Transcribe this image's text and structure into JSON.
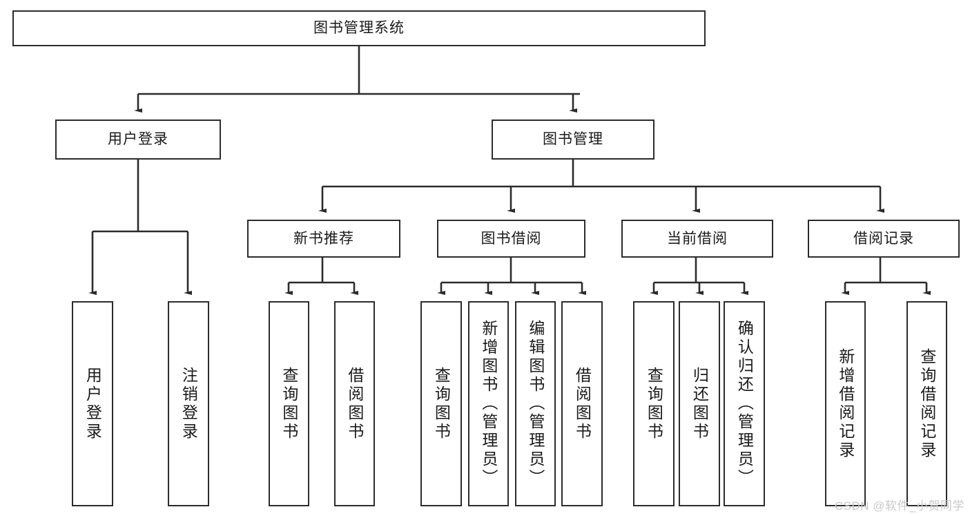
{
  "diagram": {
    "title": "图书管理系统",
    "type": "tree-hierarchy-chart",
    "root": {
      "label": "图书管理系统"
    },
    "level1": [
      {
        "label": "用户登录"
      },
      {
        "label": "图书管理"
      }
    ],
    "level2": [
      {
        "label": "新书推荐"
      },
      {
        "label": "图书借阅"
      },
      {
        "label": "当前借阅"
      },
      {
        "label": "借阅记录"
      }
    ],
    "leaves": {
      "user_login": [
        {
          "label": "用户登录"
        },
        {
          "label": "注销登录"
        }
      ],
      "new_book_recommend": [
        {
          "label": "查询图书"
        },
        {
          "label": "借阅图书"
        }
      ],
      "book_borrow": [
        {
          "label": "查询图书"
        },
        {
          "label": "新增图书（管理员）"
        },
        {
          "label": "编辑图书（管理员）"
        },
        {
          "label": "借阅图书"
        }
      ],
      "current_borrow": [
        {
          "label": "查询图书"
        },
        {
          "label": "归还图书"
        },
        {
          "label": "确认归还（管理员）"
        }
      ],
      "borrow_record": [
        {
          "label": "新增借阅记录"
        },
        {
          "label": "查询借阅记录"
        }
      ]
    }
  },
  "watermark": {
    "text": "CSDN @软件_小贺同学"
  },
  "colors": {
    "border": "#2b2b2b",
    "background": "#ffffff",
    "text": "#1a1a1a",
    "watermark": "#c9c9c9"
  }
}
